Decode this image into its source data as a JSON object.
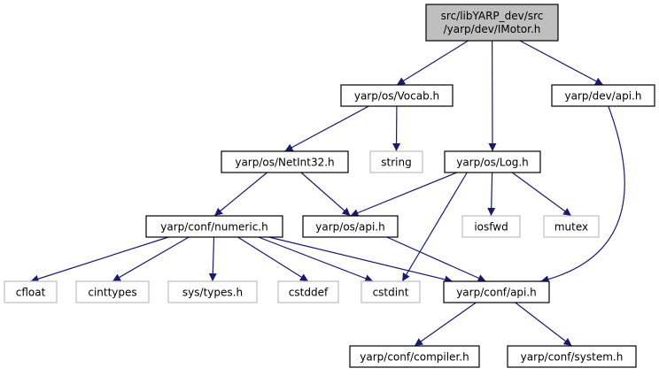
{
  "colors": {
    "edge": "#191970",
    "root_fill": "#bfbfbf",
    "node_border": "#000000",
    "external_border": "#bfbfbf"
  },
  "nodes": {
    "root": {
      "lines": [
        "src/libYARP_dev/src",
        "/yarp/dev/IMotor.h"
      ],
      "kind": "root"
    },
    "vocab": {
      "lines": [
        "yarp/os/Vocab.h"
      ],
      "kind": "file"
    },
    "devapi": {
      "lines": [
        "yarp/dev/api.h"
      ],
      "kind": "file"
    },
    "string": {
      "lines": [
        "string"
      ],
      "kind": "external"
    },
    "netint": {
      "lines": [
        "yarp/os/NetInt32.h"
      ],
      "kind": "file"
    },
    "log": {
      "lines": [
        "yarp/os/Log.h"
      ],
      "kind": "file"
    },
    "numeric": {
      "lines": [
        "yarp/conf/numeric.h"
      ],
      "kind": "file"
    },
    "osapi": {
      "lines": [
        "yarp/os/api.h"
      ],
      "kind": "file"
    },
    "iosfwd": {
      "lines": [
        "iosfwd"
      ],
      "kind": "external"
    },
    "mutex": {
      "lines": [
        "mutex"
      ],
      "kind": "external"
    },
    "cfloat": {
      "lines": [
        "cfloat"
      ],
      "kind": "external"
    },
    "cinttypes": {
      "lines": [
        "cinttypes"
      ],
      "kind": "external"
    },
    "systypes": {
      "lines": [
        "sys/types.h"
      ],
      "kind": "external"
    },
    "cstddef": {
      "lines": [
        "cstddef"
      ],
      "kind": "external"
    },
    "cstdint": {
      "lines": [
        "cstdint"
      ],
      "kind": "external"
    },
    "confapi": {
      "lines": [
        "yarp/conf/api.h"
      ],
      "kind": "file"
    },
    "compiler": {
      "lines": [
        "yarp/conf/compiler.h"
      ],
      "kind": "file"
    },
    "system": {
      "lines": [
        "yarp/conf/system.h"
      ],
      "kind": "file"
    }
  },
  "edges": [
    [
      "root",
      "vocab"
    ],
    [
      "root",
      "log"
    ],
    [
      "root",
      "devapi"
    ],
    [
      "vocab",
      "netint"
    ],
    [
      "vocab",
      "string"
    ],
    [
      "netint",
      "numeric"
    ],
    [
      "netint",
      "osapi"
    ],
    [
      "log",
      "osapi"
    ],
    [
      "log",
      "cstdint"
    ],
    [
      "log",
      "iosfwd"
    ],
    [
      "log",
      "mutex"
    ],
    [
      "numeric",
      "cfloat"
    ],
    [
      "numeric",
      "cinttypes"
    ],
    [
      "numeric",
      "systypes"
    ],
    [
      "numeric",
      "cstddef"
    ],
    [
      "numeric",
      "cstdint"
    ],
    [
      "numeric",
      "confapi"
    ],
    [
      "osapi",
      "confapi"
    ],
    [
      "devapi",
      "confapi"
    ],
    [
      "confapi",
      "compiler"
    ],
    [
      "confapi",
      "system"
    ]
  ]
}
